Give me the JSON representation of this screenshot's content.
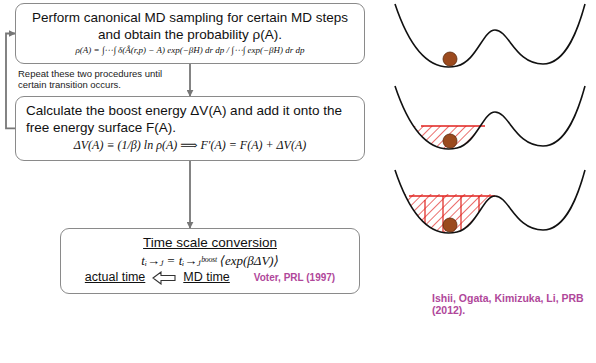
{
  "diagram": {
    "nodes": [
      {
        "text": [
          "Perform canonical MD sampling for certain MD steps and obtain the probability ρ(A).",
          "ρ(A) = ∫⋯∫ δ(Â(r,p) − A) exp(−βH) dr dp / ∫⋯∫ exp(−βH) dr dp"
        ]
      },
      {
        "text": [
          "Calculate the boost energy ΔV(A) and add it onto the free energy surface F(A).",
          "ΔV(A) ≡ (1/β) ln ρ(A)  ⟹  F′(A) = F(A) + ΔV(A)"
        ]
      },
      {
        "text": [
          "Time scale conversion",
          "tᵢ→ⱼ = tᵢ→ⱼᵇᵒᵒˢᵗ ⟨exp(βΔV)⟩",
          "actual time",
          "MD time",
          "Voter, PRL (1997)"
        ]
      }
    ],
    "edges": [
      {
        "from": 0,
        "to": 1,
        "arrow": "to"
      },
      {
        "from": 1,
        "to": 2,
        "arrow": "to"
      },
      {
        "from": 1,
        "to": 0,
        "label": "Repeat these two procedures until certain transition occurs.",
        "arrow": "to"
      }
    ],
    "labels": [
      "Ishii, Ogata, Kimizuka, Li, PRB (2012)."
    ]
  }
}
